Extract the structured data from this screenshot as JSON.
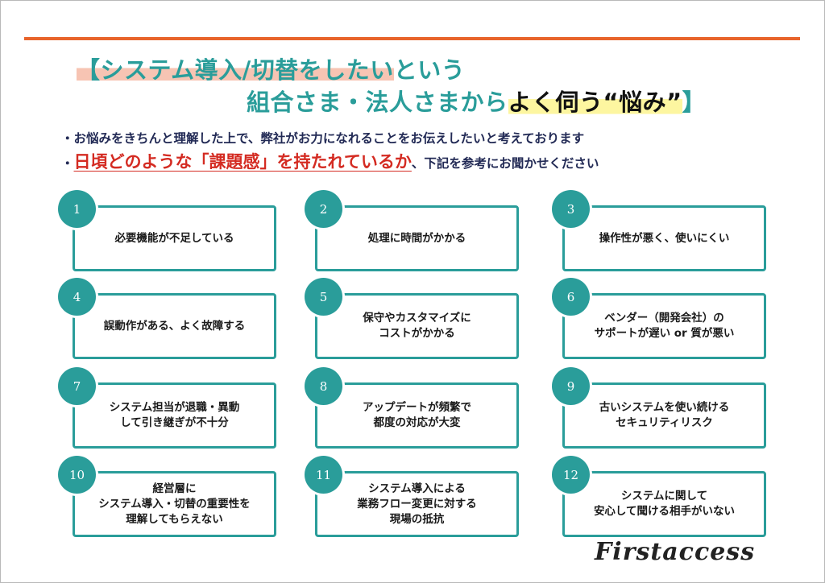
{
  "title": {
    "line1_highlight": "【システム導入/切替をしたい",
    "line1_rest": "という",
    "line2_start": "組合さま・法人さまから",
    "line2_highlight": "よく伺う“悩み”",
    "line2_end": "】"
  },
  "intro": {
    "line1": "・お悩みをきちんと理解した上で、弊社がお力になれることをお伝えしたいと考えております",
    "line2_bullet": "・",
    "line2_red": "日頃どのような「課題感」を持たれているか",
    "line2_rest": "、下記を参考にお聞かせください"
  },
  "cards": [
    {
      "number": "1",
      "text": "必要機能が不足している"
    },
    {
      "number": "2",
      "text": "処理に時間がかかる"
    },
    {
      "number": "3",
      "text": "操作性が悪く、使いにくい"
    },
    {
      "number": "4",
      "text": "誤動作がある、よく故障する"
    },
    {
      "number": "5",
      "text": "保守やカスタマイズに\nコストがかかる"
    },
    {
      "number": "6",
      "text": "ベンダー（開発会社）の\nサポートが遅い or 質が悪い"
    },
    {
      "number": "7",
      "text": "システム担当が退職・異動\nして引き継ぎが不十分"
    },
    {
      "number": "8",
      "text": "アップデートが頻繁で\n都度の対応が大変"
    },
    {
      "number": "9",
      "text": "古いシステムを使い続ける\nセキュリティリスク"
    },
    {
      "number": "10",
      "text": "経営層に\nシステム導入・切替の重要性を\n理解してもらえない"
    },
    {
      "number": "11",
      "text": "システム導入による\n業務フロー変更に対する\n現場の抵抗"
    },
    {
      "number": "12",
      "text": "システムに関して\n安心して聞ける相手がいない"
    }
  ],
  "logo": "Firstaccess",
  "colors": {
    "accent": "#2a9d9a",
    "rule": "#e8642b",
    "red": "#d42b22"
  }
}
